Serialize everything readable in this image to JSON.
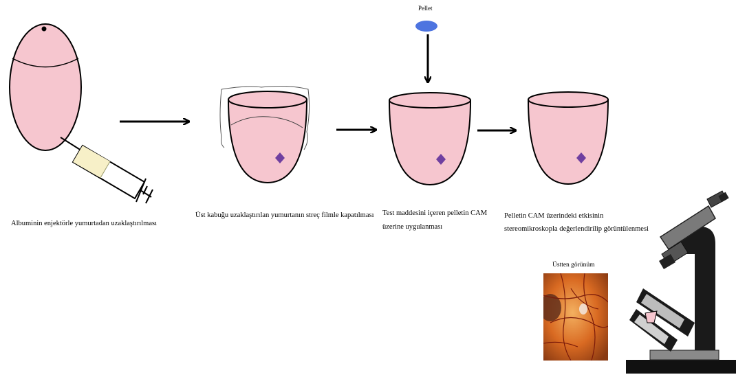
{
  "pellet_label": "Pellet",
  "steps": [
    {
      "caption": "Albuminin enjektörle yumurtadan uzaklaştırılması"
    },
    {
      "caption": "Üst kabuğu uzaklaştırılan yumurtanın streç filmle kapatılması"
    },
    {
      "caption": "Test maddesini içeren pelletin CAM",
      "caption2": "üzerine uygulanması"
    },
    {
      "caption": "Pelletin CAM üzerindeki etkisinin",
      "caption2": "stereomikroskopla değerlendirilip görüntülenmesi"
    }
  ],
  "top_view_label": "Üstten görünüm",
  "colors": {
    "egg_fill": "#f6c6cf",
    "pellet": "#4d74e0",
    "marker": "#6f3fa0",
    "syringe_fluid": "#f7f0c8",
    "microscope_dark": "#1a1a1a",
    "microscope_gray": "#8a8a8a",
    "cam_orange": "#e07a2a"
  },
  "icons": [
    "egg-icon",
    "syringe-icon",
    "arrow-right-icon",
    "arrow-down-icon",
    "open-egg-icon",
    "pellet-icon",
    "diamond-marker-icon",
    "microscope-icon",
    "cam-photo"
  ]
}
